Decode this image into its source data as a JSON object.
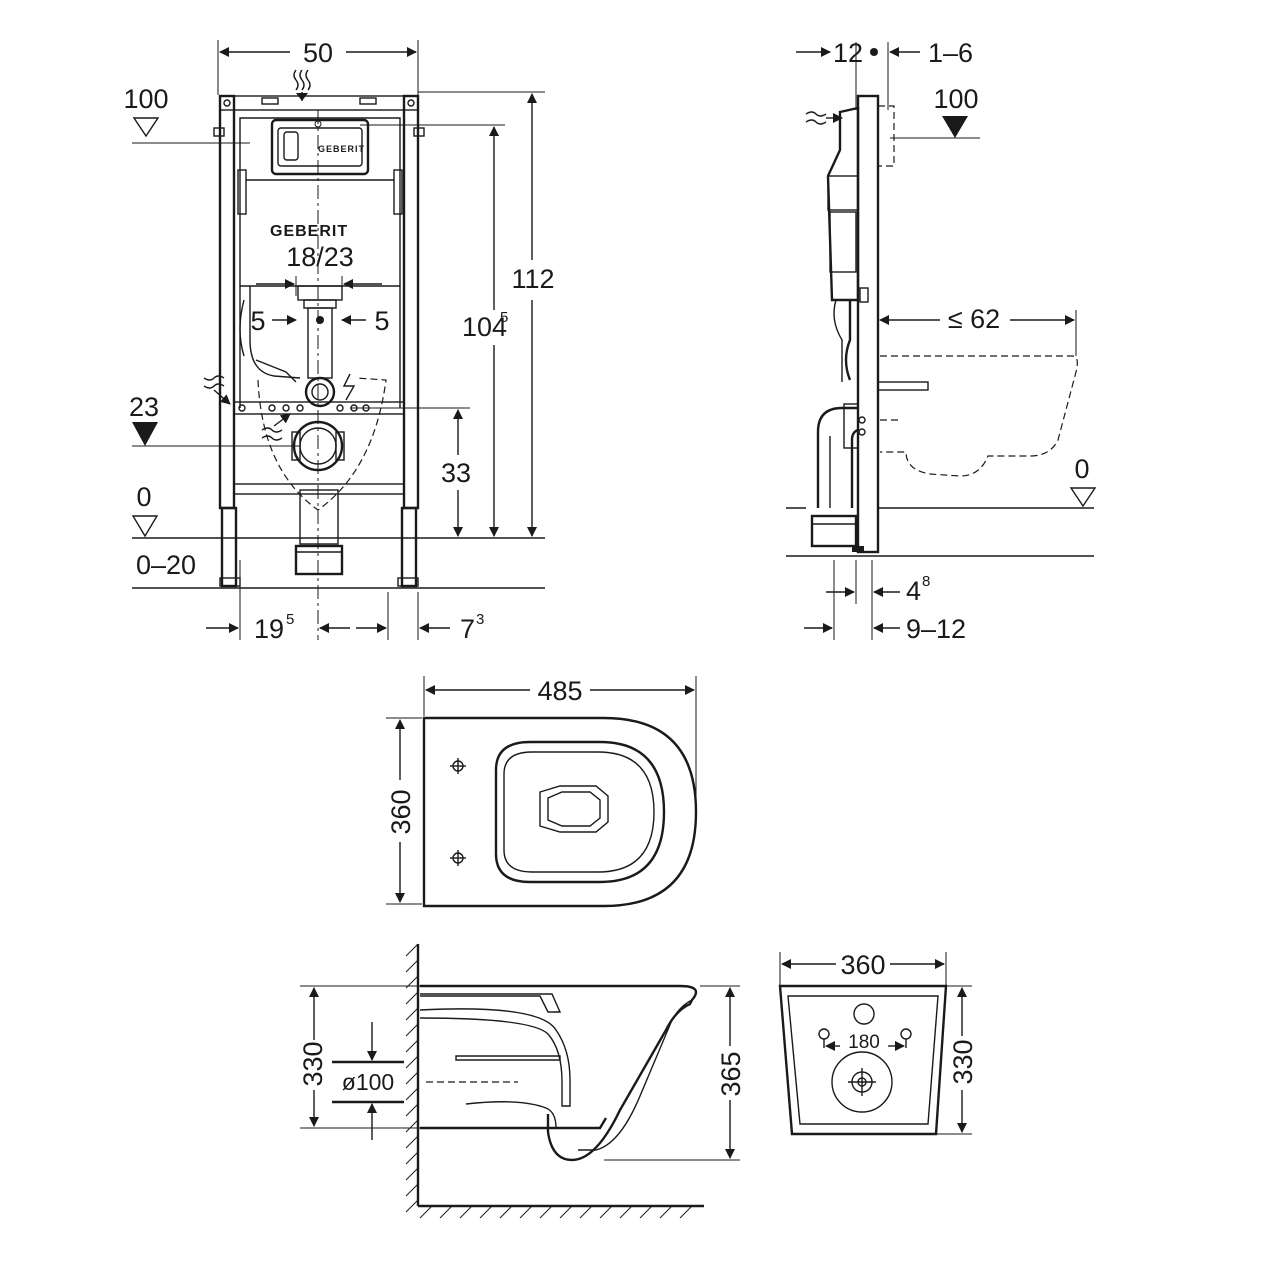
{
  "frame_front": {
    "width": "50",
    "level_top": "100",
    "logo": "GEBERIT",
    "panel_logo": "GEBERIT",
    "drain_spacing": "18/23",
    "offset_left": "5",
    "offset_right": "5",
    "height_total": "112",
    "height_top_base": "104",
    "height_top_sup": "5",
    "level_mid": "23",
    "height_drain": "33",
    "level_floor": "0",
    "level_range": "0–20",
    "foot_left_base": "19",
    "foot_left_sup": "5",
    "foot_right_base": "7",
    "foot_right_sup": "3"
  },
  "frame_side": {
    "depth_front": "12",
    "depth_adjust": "1–6",
    "level_top": "100",
    "bowl_projection": "≤ 62",
    "level_floor": "0",
    "foot_base": "4",
    "foot_sup": "8",
    "wall_gap": "9–12"
  },
  "bowl_top": {
    "length": "485",
    "width": "360"
  },
  "bowl_side": {
    "height_rim": "330",
    "outlet_dia": "ø100",
    "height_total": "365"
  },
  "bowl_back": {
    "width": "360",
    "bolt_spacing": "180",
    "height": "330"
  }
}
